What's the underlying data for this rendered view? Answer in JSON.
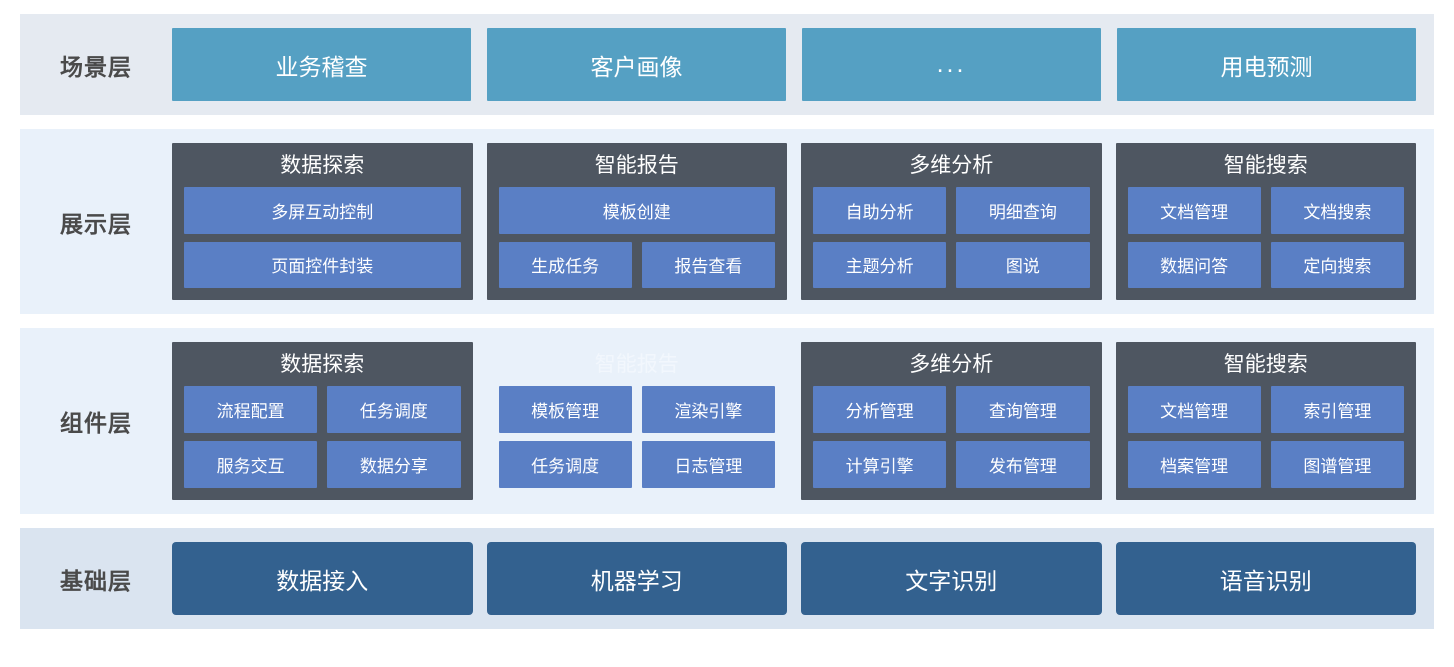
{
  "layers": [
    {
      "id": "scenario",
      "label": "场景层",
      "cards": [
        {
          "label": "业务稽查"
        },
        {
          "label": "客户画像"
        },
        {
          "label": "..."
        },
        {
          "label": "用电预测"
        }
      ]
    },
    {
      "id": "presentation",
      "label": "展示层",
      "groups": [
        {
          "title": "数据探索",
          "muted": false,
          "rows": [
            [
              "多屏互动控制"
            ],
            [
              "页面控件封装"
            ]
          ]
        },
        {
          "title": "智能报告",
          "muted": false,
          "rows": [
            [
              "模板创建"
            ],
            [
              "生成任务",
              "报告查看"
            ]
          ]
        },
        {
          "title": "多维分析",
          "muted": false,
          "rows": [
            [
              "自助分析",
              "明细查询"
            ],
            [
              "主题分析",
              "图说"
            ]
          ]
        },
        {
          "title": "智能搜索",
          "muted": false,
          "rows": [
            [
              "文档管理",
              "文档搜索"
            ],
            [
              "数据问答",
              "定向搜索"
            ]
          ]
        }
      ]
    },
    {
      "id": "component",
      "label": "组件层",
      "groups": [
        {
          "title": "数据探索",
          "muted": false,
          "rows": [
            [
              "流程配置",
              "任务调度"
            ],
            [
              "服务交互",
              "数据分享"
            ]
          ]
        },
        {
          "title": "智能报告",
          "muted": true,
          "rows": [
            [
              "模板管理",
              "渲染引擎"
            ],
            [
              "任务调度",
              "日志管理"
            ]
          ]
        },
        {
          "title": "多维分析",
          "muted": false,
          "rows": [
            [
              "分析管理",
              "查询管理"
            ],
            [
              "计算引擎",
              "发布管理"
            ]
          ]
        },
        {
          "title": "智能搜索",
          "muted": false,
          "rows": [
            [
              "文档管理",
              "索引管理"
            ],
            [
              "档案管理",
              "图谱管理"
            ]
          ]
        }
      ]
    },
    {
      "id": "foundation",
      "label": "基础层",
      "cards": [
        {
          "label": "数据接入"
        },
        {
          "label": "机器学习"
        },
        {
          "label": "文字识别"
        },
        {
          "label": "语音识别"
        }
      ]
    }
  ],
  "colors": {
    "scenario_row_bg": "#e5eaf1",
    "scenario_card": "#55a0c3",
    "middle_row_bg": "#e9f1fa",
    "group_card": "#4e5661",
    "item_pill": "#5a7fc5",
    "foundation_row_bg": "#dae4f0",
    "foundation_card": "#33618f",
    "label_text": "#4a4a4a"
  }
}
